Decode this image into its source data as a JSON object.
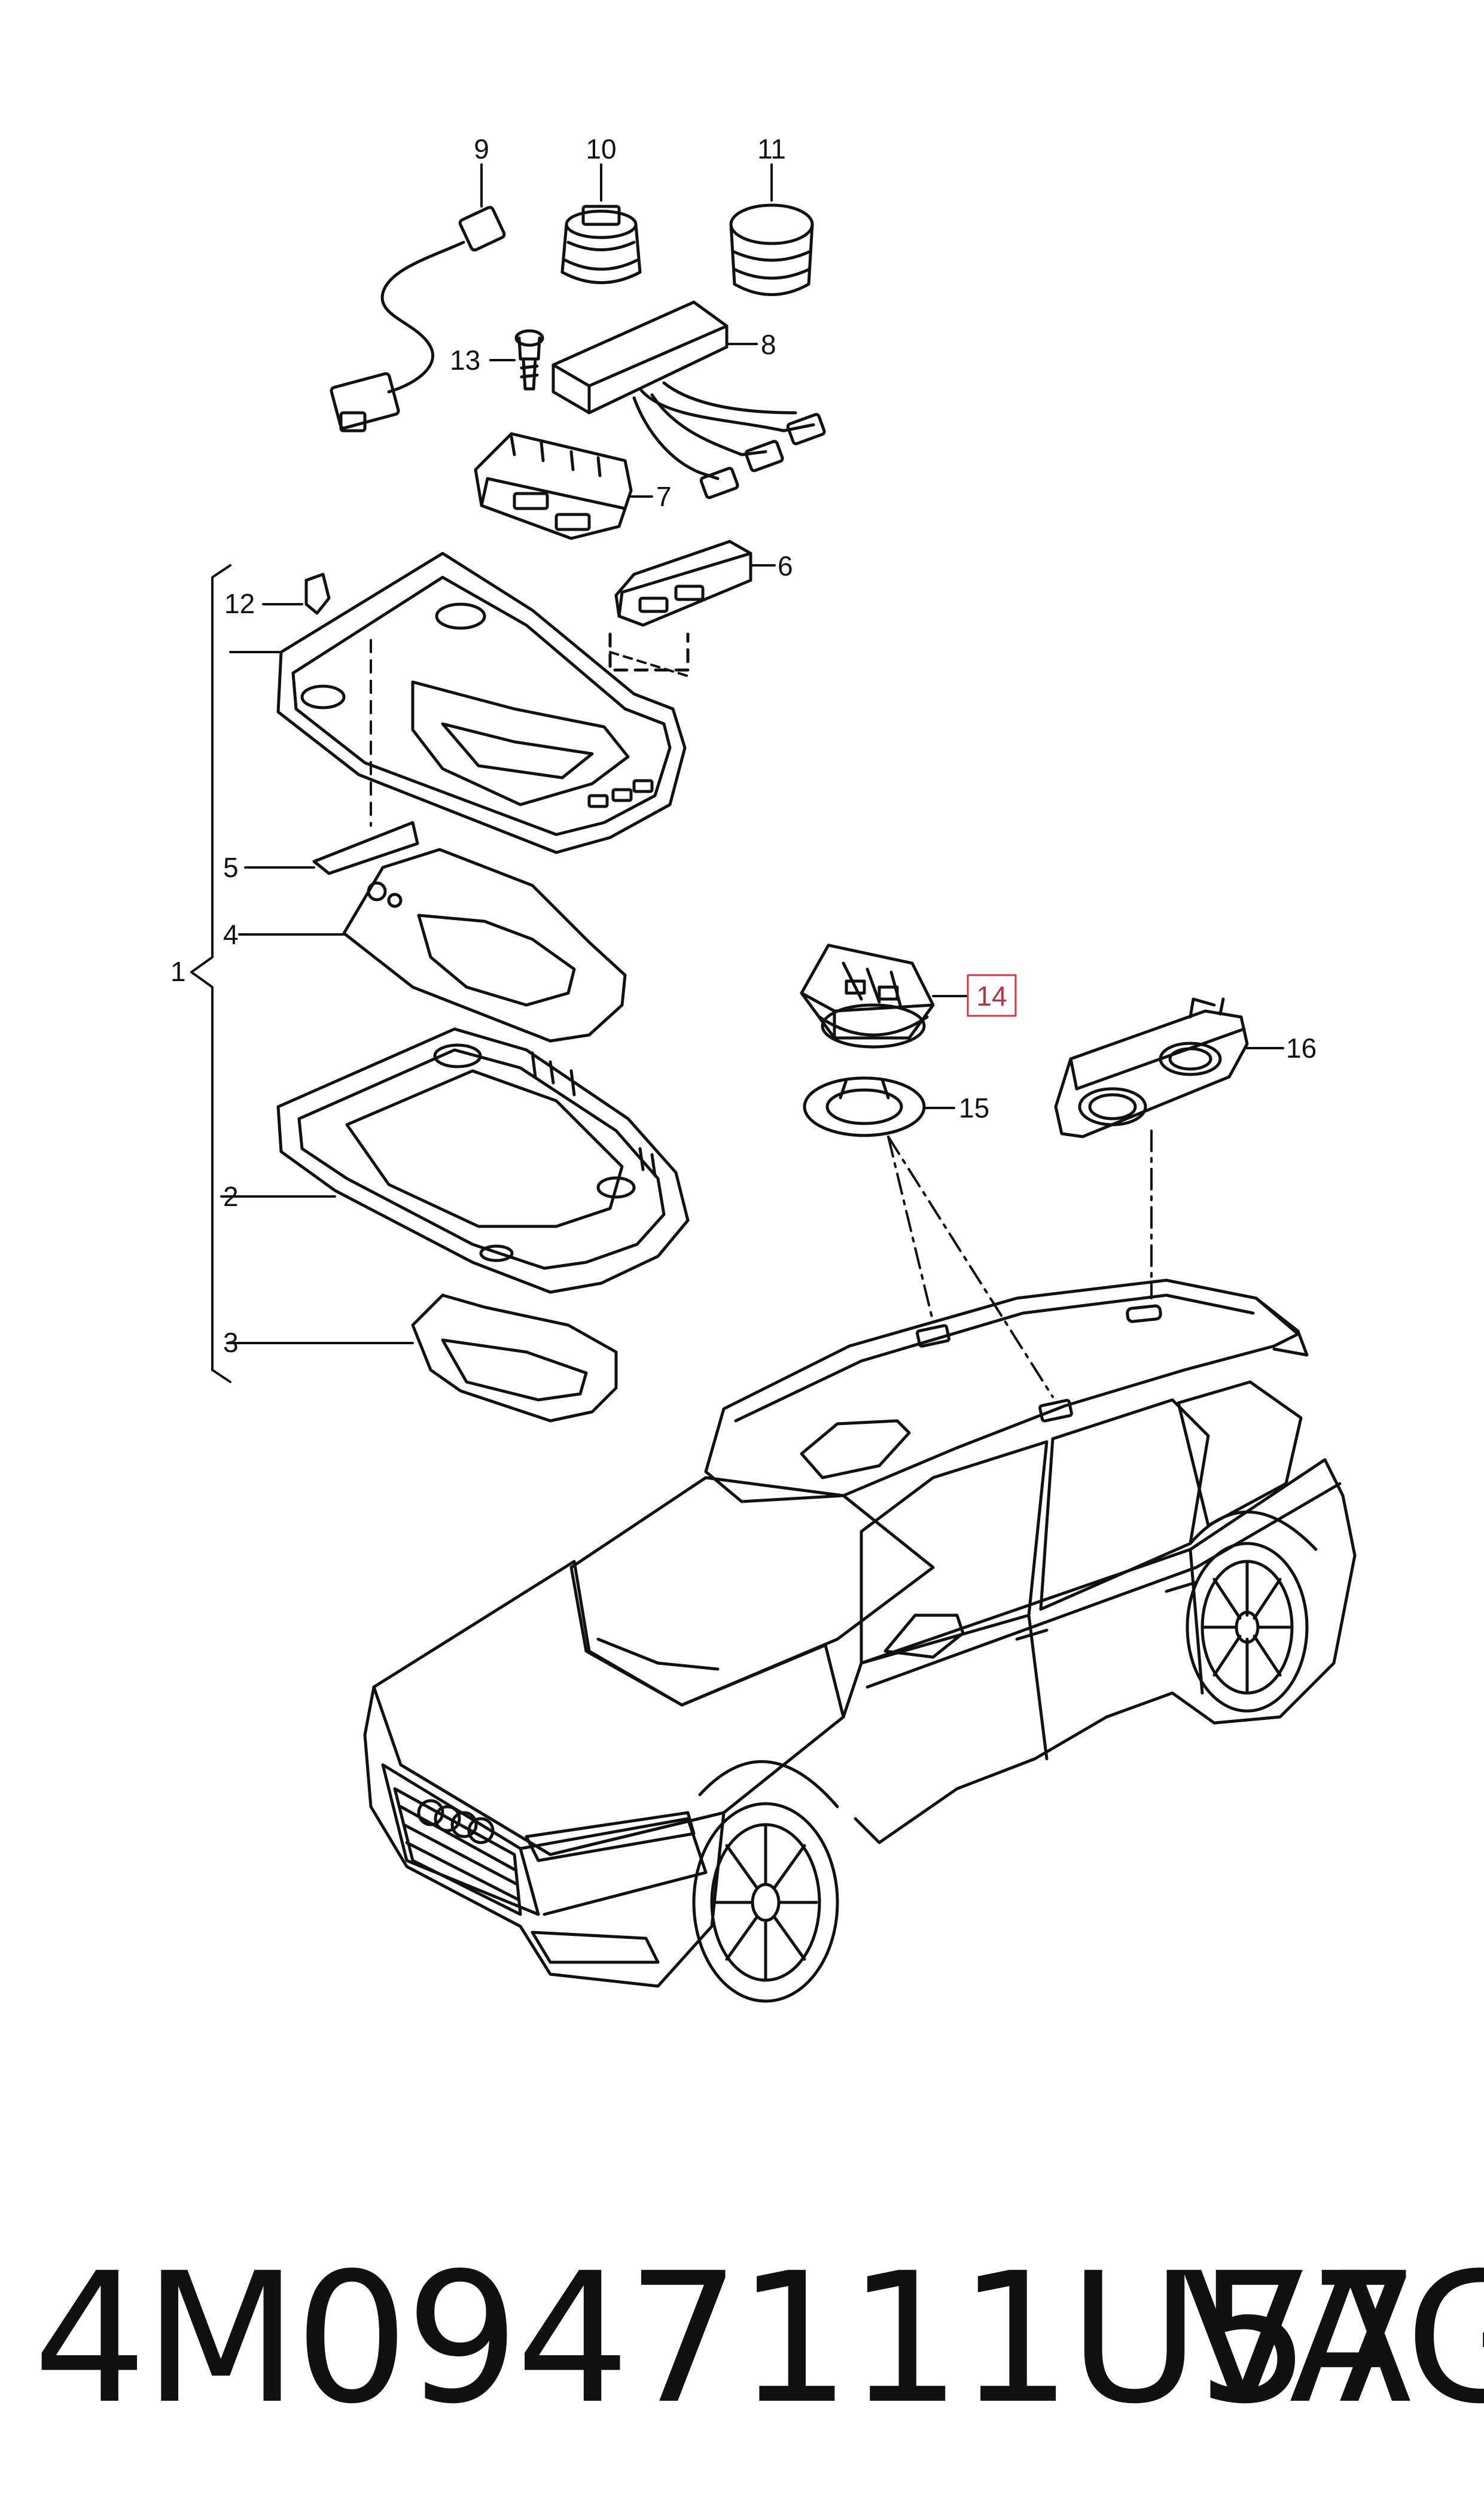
{
  "callouts": {
    "c1": "1",
    "c2": "2",
    "c3": "3",
    "c4": "4",
    "c5": "5",
    "c6": "6",
    "c7": "7",
    "c8": "8",
    "c9": "9",
    "c10": "10",
    "c11": "11",
    "c12": "12",
    "c13": "13",
    "c14": "14",
    "c15": "15",
    "c16": "16"
  },
  "highlighted_callout": "14",
  "highlight_color": "#e0303a",
  "footer": {
    "part_number": "4M0947111U57",
    "brand": "VAG"
  }
}
